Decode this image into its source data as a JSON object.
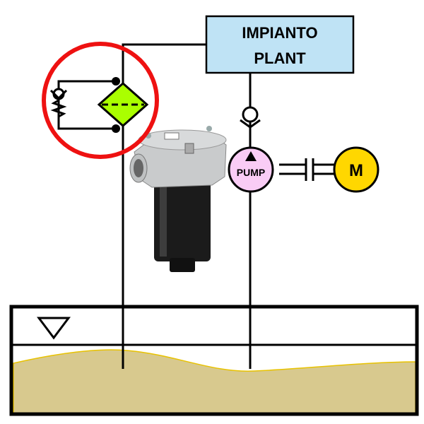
{
  "plant_box": {
    "line1": "IMPIANTO",
    "line2": "PLANT"
  },
  "pump": {
    "label": "PUMP"
  },
  "motor": {
    "label": "M"
  },
  "colors": {
    "plant_fill": "#bfe3f5",
    "highlight_ring": "#ee1111",
    "filter_fill": "#aaff00",
    "pump_fill": "#f9ccf5",
    "motor_fill": "#ffd700",
    "fluid_fill": "#d8c98e",
    "fluid_edge": "#e8c200"
  }
}
